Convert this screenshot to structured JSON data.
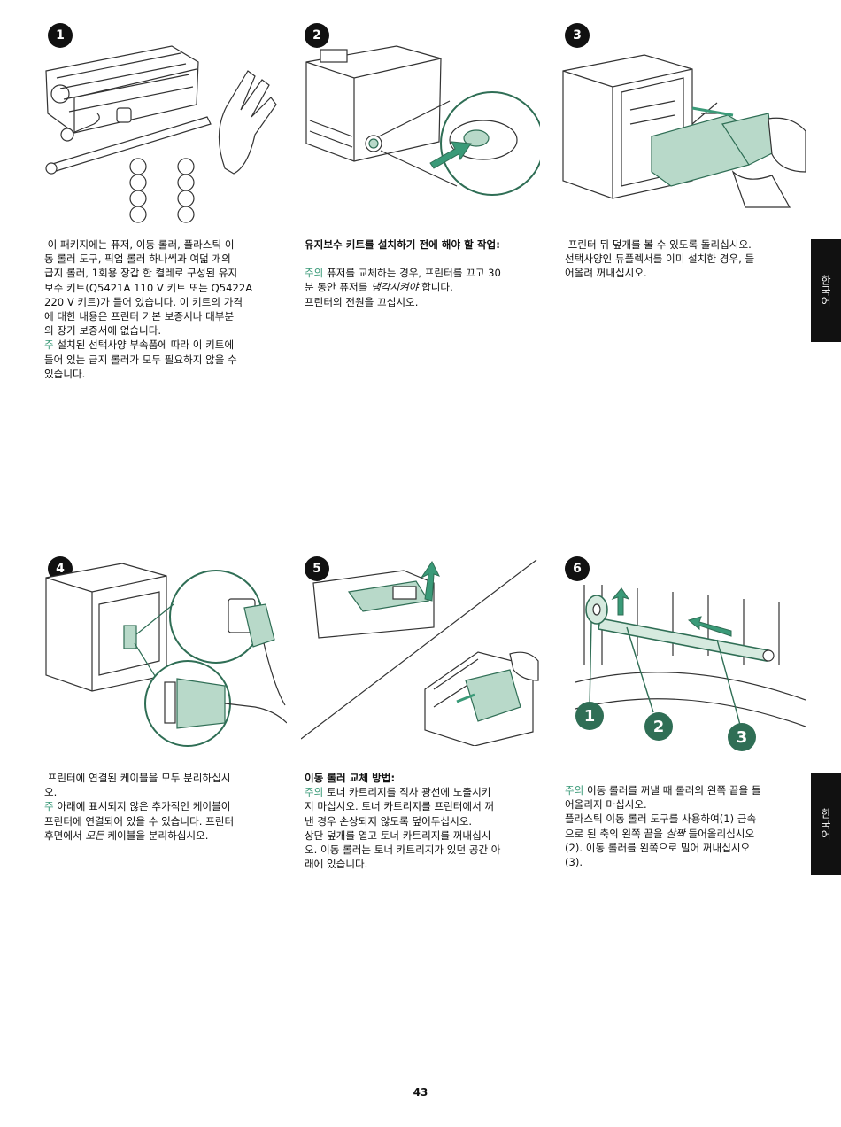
{
  "steps": [
    {
      "number": "1",
      "lines": [
        " 이 패키지에는 퓨저, 이동 롤러, 플라스틱 이",
        "동 롤러 도구, 픽업 롤러 하나씩과 여덟 개의",
        "급지 롤러, 1회용 장갑 한 켤레로 구성된 유지",
        "보수 키트(Q5421A 110 V 키트 또는 Q5422A",
        "220 V 키트)가 들어 있습니다. 이 키트의 가격",
        "에 대한 내용은 프린터 기본 보증서나 대부분",
        "의 장기 보증서에 없습니다."
      ],
      "note_label": "주",
      "note_lines": [
        " 설치된 선택사양 부속품에 따라 이 키트에",
        "들어 있는 급지 롤러가 모두 필요하지 않을 수",
        "있습니다."
      ]
    },
    {
      "number": "2",
      "heading": "유지보수 키트를 설치하기 전에 해야 할 작업:",
      "caution_label": "주의",
      "caution_a": " 퓨저를 교체하는 경우, 프린터를 끄고 30",
      "caution_b": "분 동안 퓨저를 ",
      "caution_em": "냉각시켜야",
      "caution_c": " 합니다.",
      "line": "프린터의 전원을 끄십시오."
    },
    {
      "number": "3",
      "lines": [
        " 프린터 뒤 덮개를 볼 수 있도록 돌리십시오.",
        "선택사양인 듀플렉서를 이미 설치한 경우, 들",
        "어올려 꺼내십시오."
      ]
    },
    {
      "number": "4",
      "lines": [
        " 프린터에 연결된 케이블을 모두 분리하십시",
        "오."
      ],
      "note_label": "주",
      "note_a": " 아래에 표시되지 않은 추가적인 케이블이",
      "note_b": "프린터에 연결되어 있을 수 있습니다. 프린터",
      "note_c": "후면에서 ",
      "note_em": "모든",
      "note_d": " 케이블을 분리하십시오."
    },
    {
      "number": "5",
      "heading": "이동 롤러 교체 방법:",
      "caution_label": "주의",
      "caution_lines": [
        " 토너 카트리지를 직사 광선에 노출시키",
        "지 마십시오. 토너 카트리지를 프린터에서 꺼",
        "낸 경우 손상되지 않도록 덮어두십시오."
      ],
      "lines": [
        "상단 덮개를 열고 토너 카트리지를 꺼내십시",
        "오. 이동 롤러는 토너 카트리지가 있던 공간 아",
        "래에 있습니다."
      ]
    },
    {
      "number": "6",
      "callouts": [
        "1",
        "2",
        "3"
      ],
      "caution_label": "주의",
      "caution_lines": [
        " 이동 롤러를 꺼낼 때 롤러의 왼쪽 끝을 들",
        "어올리지 마십시오."
      ],
      "line_a": "플라스틱 이동 롤러 도구를 사용하여(1) 금속",
      "line_b": "으로 된 축의 왼쪽 끝을 ",
      "line_em": "살짝",
      "line_c": " 들어올리십시오",
      "line_d": "(2). 이동 롤러를 왼쪽으로 밀어 꺼내십시오",
      "line_e": "(3)."
    }
  ],
  "side_tab": "한국어",
  "page_number": "43",
  "colors": {
    "accent": "#3a9a78",
    "part_fill": "#b8d9c9"
  }
}
